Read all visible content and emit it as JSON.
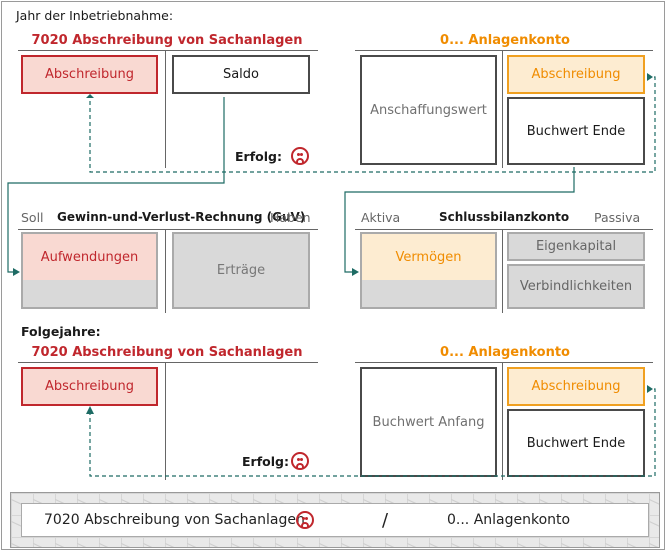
{
  "sections": {
    "first_year_label": "Jahr der Inbetriebnahme:",
    "following_years_label": "Folgejahre:"
  },
  "top": {
    "left_account_title": "7020 Abschreibung von Sachanlagen",
    "left_debit_box": "Abschreibung",
    "left_credit_box": "Saldo",
    "right_account_title": "0... Anlagenkonto",
    "right_debit_box": "Anschaffungswert",
    "right_credit_top_box": "Abschreibung",
    "right_credit_bottom_box": "Buchwert Ende",
    "result_label": "Erfolg:"
  },
  "middle": {
    "guv_soll": "Soll",
    "guv_title": "Gewinn-und-Verlust-Rechnung (GuV)",
    "guv_haben": "Haben",
    "guv_debit_box": "Aufwendungen",
    "guv_credit_box": "Erträge",
    "sbk_aktiva": "Aktiva",
    "sbk_title": "Schlussbilanzkonto",
    "sbk_passiva": "Passiva",
    "sbk_assets_box": "Vermögen",
    "sbk_equity_box": "Eigenkapital",
    "sbk_liabilities_box": "Verbindlichkeiten"
  },
  "lower": {
    "left_account_title": "7020 Abschreibung von Sachanlagen",
    "left_debit_box": "Abschreibung",
    "right_account_title": "0... Anlagenkonto",
    "right_debit_box": "Buchwert Anfang",
    "right_credit_top_box": "Abschreibung",
    "right_credit_bottom_box": "Buchwert Ende",
    "result_label": "Erfolg:"
  },
  "bottom_bar": {
    "left_text": "7020 Abschreibung von Sachanlagen",
    "separator": "/",
    "right_text": "0... Anlagenkonto"
  },
  "colors": {
    "expense_red": "#c0272d",
    "asset_orange": "#f08c00",
    "arrow_teal": "#1d6b64"
  }
}
